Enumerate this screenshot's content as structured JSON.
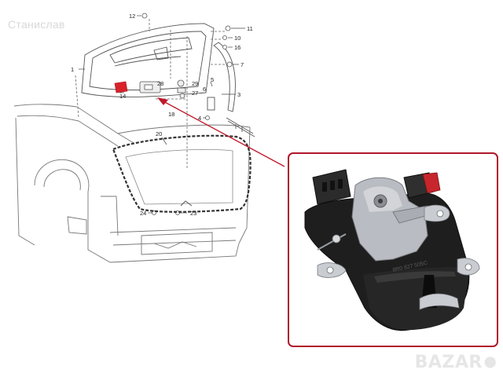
{
  "watermark": "Станислав",
  "logo": "BAZAR",
  "logo_icon": "pin-icon",
  "callouts": {
    "c1": "1",
    "c4": "4",
    "c5": "5",
    "c6": "6",
    "c7": "7",
    "c3": "3",
    "c10": "10",
    "c11": "11",
    "c12": "12",
    "c14": "14",
    "c16": "16",
    "c18": "18",
    "c20": "20",
    "c23": "23",
    "c24": "24",
    "c27": "27",
    "c28": "28",
    "c29": "29"
  },
  "part_code": "8R0 827 505C",
  "colors": {
    "highlight_red": "#d9222a",
    "line": "#555555",
    "frame": "#b0172a"
  }
}
